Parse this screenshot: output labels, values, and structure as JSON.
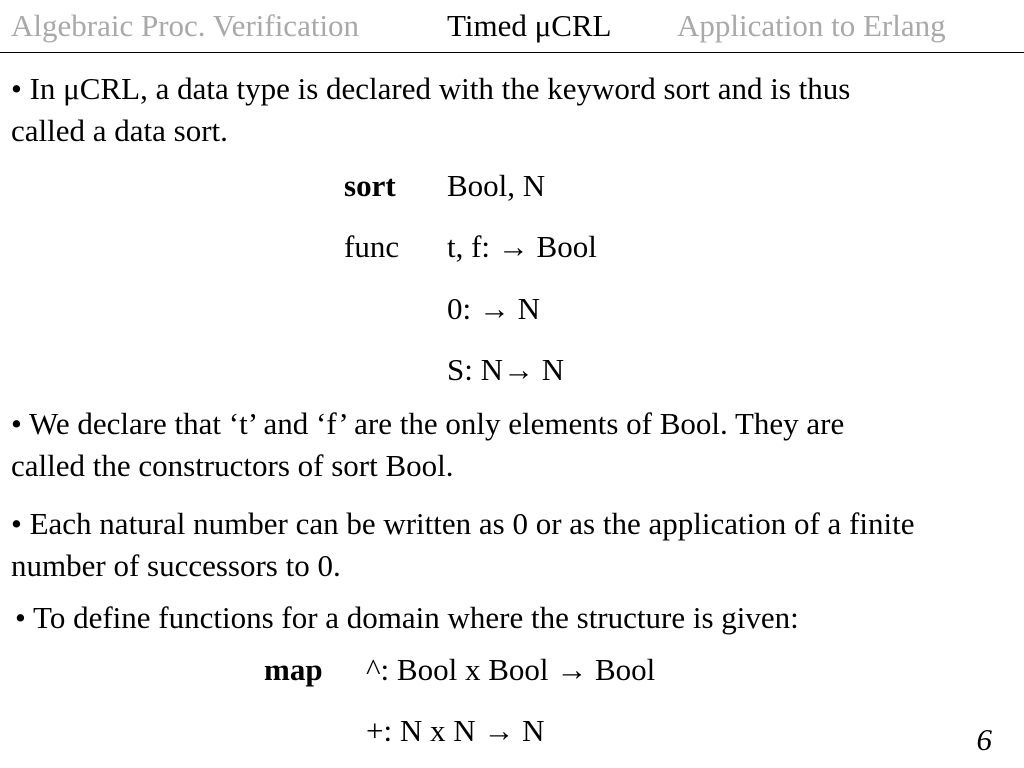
{
  "nav": {
    "tabs": [
      {
        "label": "Algebraic Proc. Verification",
        "active": false
      },
      {
        "label": "Timed μCRL",
        "active": true
      },
      {
        "label": "Application to Erlang",
        "active": false
      }
    ],
    "inactive_color": "#a9a9a9",
    "active_color": "#000000"
  },
  "slide": {
    "bullet1": {
      "line1": "• In μCRL, a data type is declared with the keyword sort and is thus",
      "line2": "called a data sort."
    },
    "sort_block": {
      "sort_keyword": "sort",
      "sort_value": "Bool, N",
      "func_keyword": "func",
      "func_values": [
        "t, f: → Bool",
        "0: → N",
        "S: N→ N"
      ]
    },
    "bullet2": {
      "line1": "• We declare that ‘t’ and ‘f’ are the only elements of Bool. They are",
      "line2": "called the constructors of sort Bool."
    },
    "bullet3": {
      "line1": "• Each natural number can be written as 0 or as the application of a finite",
      "line2": "number of successors to 0."
    },
    "bullet4": {
      "line1": "• To define functions for a domain where the structure is given:"
    },
    "map_block": {
      "map_keyword": "map",
      "map_values": [
        "^: Bool x Bool → Bool",
        "+: N x N → N"
      ]
    },
    "page_number": "6"
  }
}
